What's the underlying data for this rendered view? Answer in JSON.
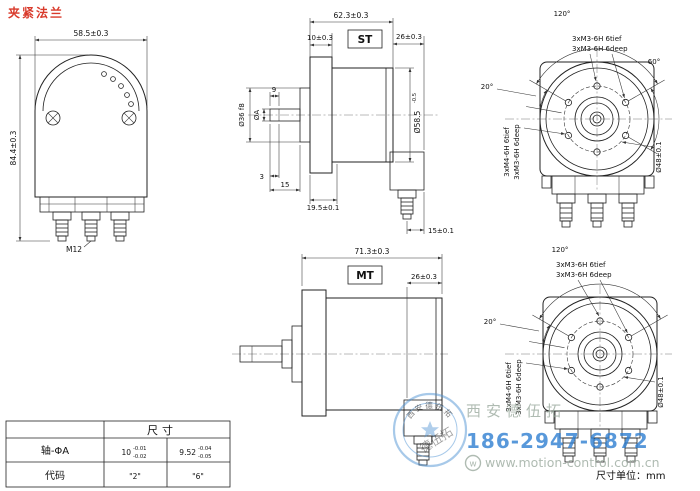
{
  "title": "夹紧法兰",
  "colors": {
    "title_red": "#d93a2b",
    "watermark_blue": "#2f7fd1",
    "watermark_gray": "#9cab9f"
  },
  "front": {
    "dim_width": "58.5±0.3",
    "dim_height": "84.4±0.3",
    "gland": "M12"
  },
  "st": {
    "tag": "ST",
    "total": "62.3±0.3",
    "flange": "10±0.3",
    "housing": "26±0.3",
    "pilot": "Ø36 f8",
    "shaft_dia": "ØA",
    "len9": "9",
    "len3": "3",
    "len15": "15",
    "len195": "19.5±0.1",
    "body_dia": "Ø58.5",
    "body_dia_tol": "-0.5",
    "gland_offset": "15±0.1"
  },
  "rear_st": {
    "angle_top": "120°",
    "m3_tief": "3xM3-6H 6tief",
    "m3_deep": "3xM3-6H 6deep",
    "angle_right": "60°",
    "angle_left": "20°",
    "m4_tief": "3xM4-6H 6tief",
    "m4_deep": "3xM3-6H 6deep",
    "bolt_circle": "Ø48±0.1"
  },
  "mt": {
    "tag": "MT",
    "total": "71.3±0.3",
    "housing": "26±0.3"
  },
  "rear_mt": {
    "angle_top": "120°",
    "m3_tief": "3xM3-6H 6tief",
    "m3_deep": "3xM3-6H 6deep",
    "angle_left": "20°",
    "m4_tief": "3xM4-6H 6tief",
    "m4_deep": "3xM3-6H 6deep",
    "bolt_circle": "Ø48±0.1"
  },
  "table": {
    "header": "尺寸",
    "shaft_label": "轴-ΦA",
    "code_label": "代码",
    "v1": "10",
    "v1_up": "-0.01",
    "v1_dn": "-0.02",
    "v2": "9.52",
    "v2_up": "-0.04",
    "v2_dn": "-0.05",
    "code1": "\"2\"",
    "code2": "\"6\""
  },
  "footer": {
    "unit": "尺寸单位：mm"
  },
  "wm": {
    "company": "西安德伍拓",
    "phone": "186-2947-6872",
    "site": "www.motion-control.com.cn",
    "w": "w",
    "arc_text": "西安德伍拓",
    "diag_text": "德伍拓"
  }
}
